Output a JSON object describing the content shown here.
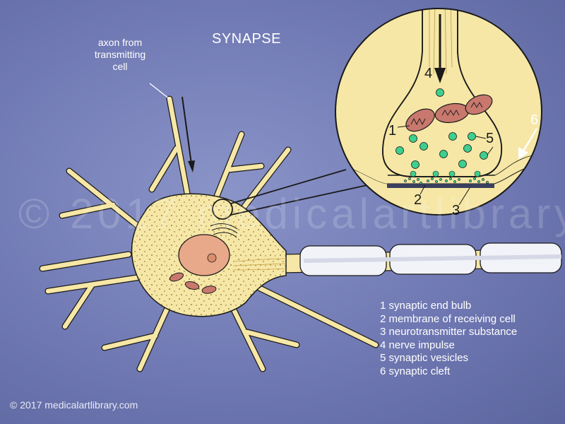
{
  "title": "SYNAPSE",
  "axon_label": [
    "axon from",
    "transmitting",
    "cell"
  ],
  "callout_numbers": [
    "1",
    "2",
    "3",
    "4",
    "5",
    "6"
  ],
  "legend": [
    "1 synaptic end bulb",
    "2 membrane of receiving cell",
    "3 neurotransmitter substance",
    "4 nerve impulse",
    "5 synaptic vesicles",
    "6 synaptic cleft"
  ],
  "watermark": "© 2017 medicalartlibrary",
  "copyright": "© 2017 medicalartlibrary.com",
  "colors": {
    "background": "#7079b3",
    "cytoplasm": "#f6e7a6",
    "nucleus": "#e8a98a",
    "vesicle": "#3ecf8e",
    "mitochondria": "#c9786e",
    "myelin": "#f2f3f8",
    "outline": "#1a1a1a"
  }
}
